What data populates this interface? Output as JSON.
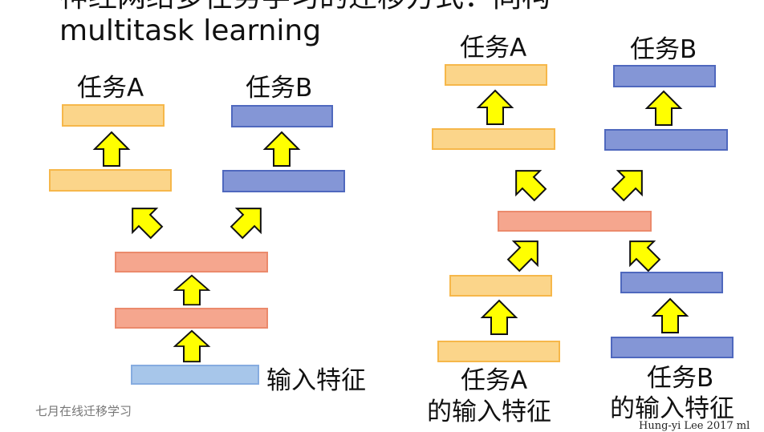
{
  "title": {
    "line1": "神经网络多任务学习的迁移方式：同构",
    "line2": "multitask learning"
  },
  "left_diagram": {
    "task_a_label": "任务A",
    "task_b_label": "任务B",
    "input_label": "输入特征"
  },
  "right_diagram": {
    "task_a_label": "任务A",
    "task_b_label": "任务B",
    "input_a_line1": "任务A",
    "input_a_line2": "的输入特征",
    "input_b_line1": "任务B",
    "input_b_line2": "的输入特征"
  },
  "footer": {
    "source": "七月在线迁移学习",
    "credit": "Hung-yi Lee 2017 ml"
  },
  "colors": {
    "task_a_bar": "#fbd58a",
    "task_b_bar": "#8496d6",
    "shared_bar": "#f5a68e",
    "input_bar": "#a7c6ea",
    "arrow_fill": "#ffff00"
  }
}
